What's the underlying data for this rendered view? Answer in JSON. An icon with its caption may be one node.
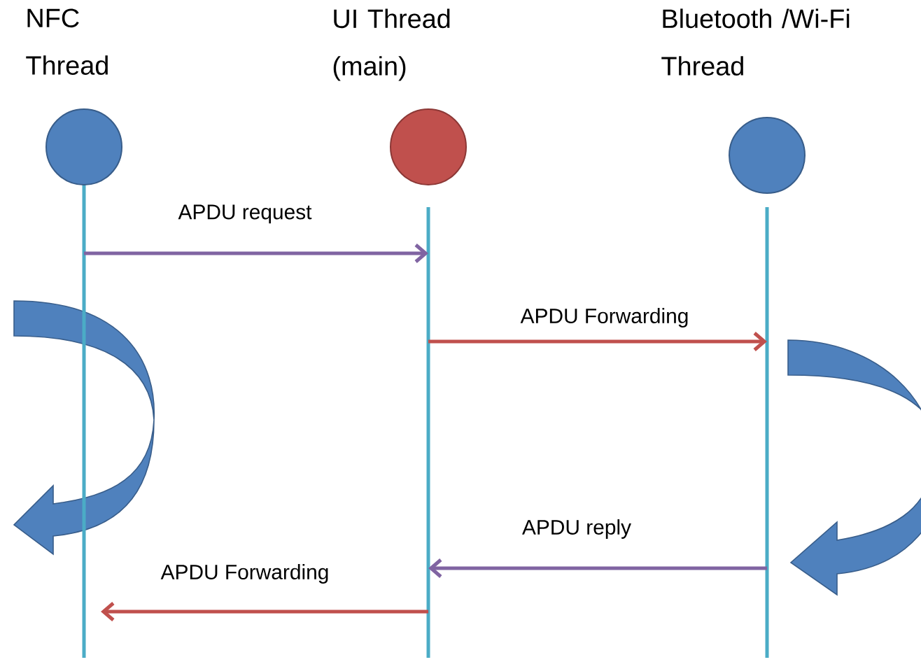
{
  "diagram": {
    "nodes": [
      {
        "text": [
          "NFC Thread"
        ]
      },
      {
        "text": [
          "UI Thread (main)"
        ]
      },
      {
        "text": [
          "Bluetooth /Wi-Fi Thread"
        ]
      }
    ],
    "edges": [
      {
        "from": 0,
        "to": 1,
        "arrow": "to",
        "label": "APDU request",
        "color": "#8064a2"
      },
      {
        "from": 1,
        "to": 2,
        "arrow": "to",
        "label": "APDU Forwarding",
        "color": "#c0504d"
      },
      {
        "from": 2,
        "to": 1,
        "arrow": "to",
        "label": "APDU reply",
        "color": "#8064a2"
      },
      {
        "from": 1,
        "to": 0,
        "arrow": "to",
        "label": "APDU Forwarding",
        "color": "#c0504d"
      }
    ]
  }
}
